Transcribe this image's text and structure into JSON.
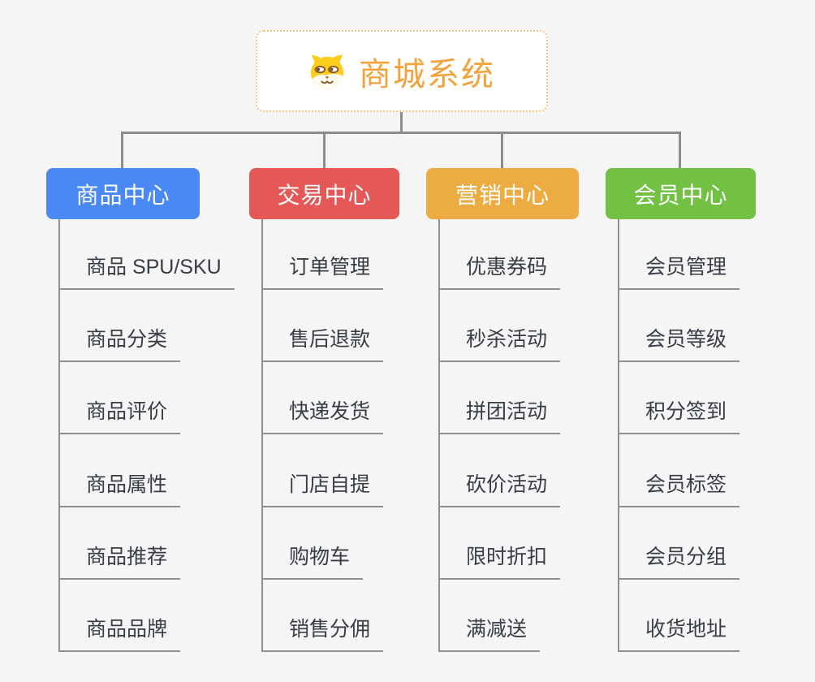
{
  "root": {
    "title": "商城系统",
    "icon": "shiba-dog-icon",
    "title_color": "#f2a33c",
    "border_color": "#f6c77d"
  },
  "connector_color": "#8c8c8c",
  "branches": [
    {
      "label": "商品中心",
      "color": "#4a89f4",
      "items": [
        "商品 SPU/SKU",
        "商品分类",
        "商品评价",
        "商品属性",
        "商品推荐",
        "商品品牌"
      ]
    },
    {
      "label": "交易中心",
      "color": "#e45858",
      "items": [
        "订单管理",
        "售后退款",
        "快递发货",
        "门店自提",
        "购物车",
        "销售分佣"
      ]
    },
    {
      "label": "营销中心",
      "color": "#ecac41",
      "items": [
        "优惠券码",
        "秒杀活动",
        "拼团活动",
        "砍价活动",
        "限时折扣",
        "满减送"
      ]
    },
    {
      "label": "会员中心",
      "color": "#72c142",
      "items": [
        "会员管理",
        "会员等级",
        "积分签到",
        "会员标签",
        "会员分组",
        "收货地址"
      ]
    }
  ]
}
